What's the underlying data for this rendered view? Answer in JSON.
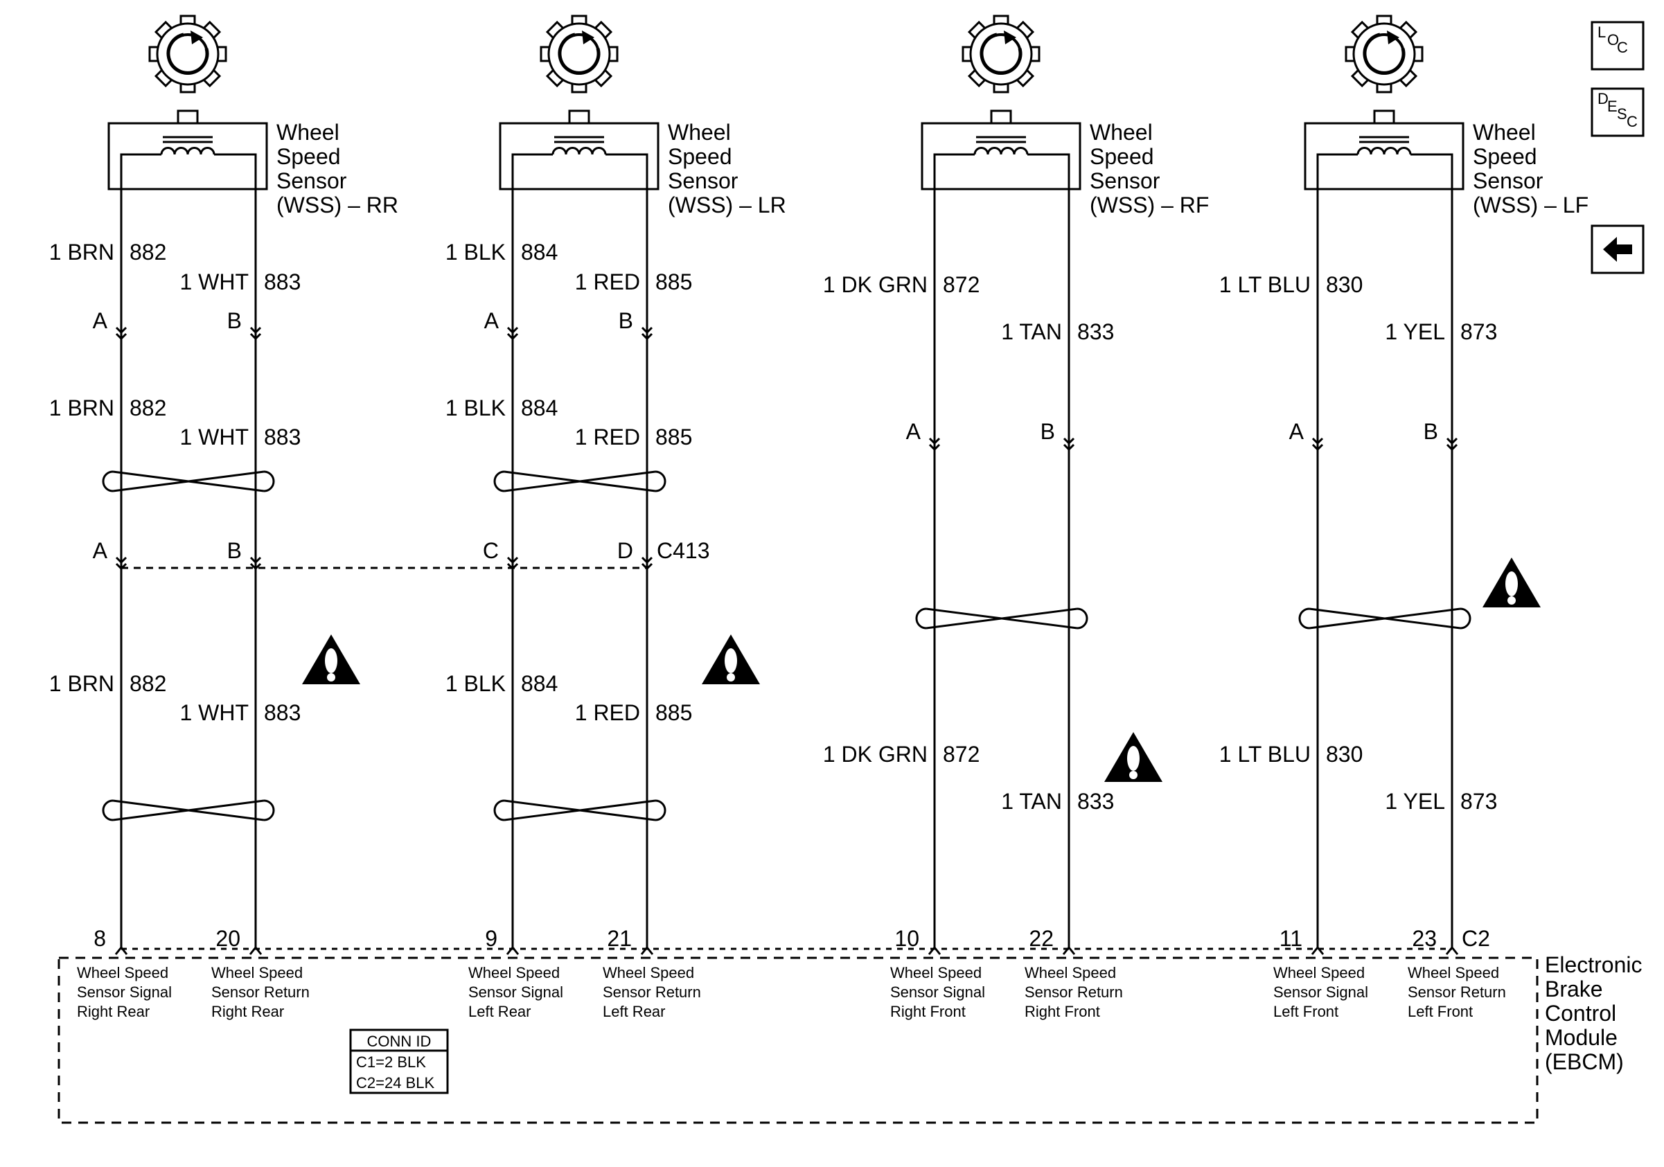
{
  "sensors": [
    {
      "name_lines": [
        "Wheel",
        "Speed",
        "Sensor",
        "(WSS) – RR"
      ]
    },
    {
      "name_lines": [
        "Wheel",
        "Speed",
        "Sensor",
        "(WSS) – LR"
      ]
    },
    {
      "name_lines": [
        "Wheel",
        "Speed",
        "Sensor",
        "(WSS) – RF"
      ]
    },
    {
      "name_lines": [
        "Wheel",
        "Speed",
        "Sensor",
        "(WSS) – LF"
      ]
    }
  ],
  "wires": [
    {
      "size_color": "1 BRN",
      "circuit": "882"
    },
    {
      "size_color": "1 WHT",
      "circuit": "883"
    },
    {
      "size_color": "1 BLK",
      "circuit": "884"
    },
    {
      "size_color": "1 RED",
      "circuit": "885"
    },
    {
      "size_color": "1 DK GRN",
      "circuit": "872"
    },
    {
      "size_color": "1 TAN",
      "circuit": "833"
    },
    {
      "size_color": "1 LT BLU",
      "circuit": "830"
    },
    {
      "size_color": "1 YEL",
      "circuit": "873"
    }
  ],
  "sensor_pins": [
    "A",
    "B",
    "A",
    "B",
    "A",
    "B",
    "A",
    "B"
  ],
  "inline_connector": {
    "id": "C413",
    "pins": [
      "A",
      "B",
      "C",
      "D"
    ]
  },
  "module": {
    "name_lines": [
      "Electronic",
      "Brake",
      "Control",
      "Module",
      "(EBCM)"
    ],
    "connector_id": "C2",
    "pins": [
      "8",
      "20",
      "9",
      "21",
      "10",
      "22",
      "11",
      "23"
    ],
    "pin_labels": [
      [
        "Wheel Speed",
        "Sensor Signal",
        "Right Rear"
      ],
      [
        "Wheel Speed",
        "Sensor Return",
        "Right Rear"
      ],
      [
        "Wheel Speed",
        "Sensor Signal",
        "Left Rear"
      ],
      [
        "Wheel Speed",
        "Sensor Return",
        "Left Rear"
      ],
      [
        "Wheel Speed",
        "Sensor Signal",
        "Right Front"
      ],
      [
        "Wheel Speed",
        "Sensor Return",
        "Right Front"
      ],
      [
        "Wheel Speed",
        "Sensor Signal",
        "Left Front"
      ],
      [
        "Wheel Speed",
        "Sensor Return",
        "Left Front"
      ]
    ],
    "conn_id_table": [
      "CONN ID",
      "C1=2 BLK",
      "C2=24 BLK"
    ]
  },
  "nav": {
    "loc": [
      "L",
      "O",
      "C"
    ],
    "desc": [
      "D",
      "E",
      "S",
      "C"
    ],
    "back_icon": "left-arrow-icon"
  },
  "icons": {
    "sensor_wheel": "tone-wheel-icon",
    "caution": "caution-triangle-icon"
  }
}
